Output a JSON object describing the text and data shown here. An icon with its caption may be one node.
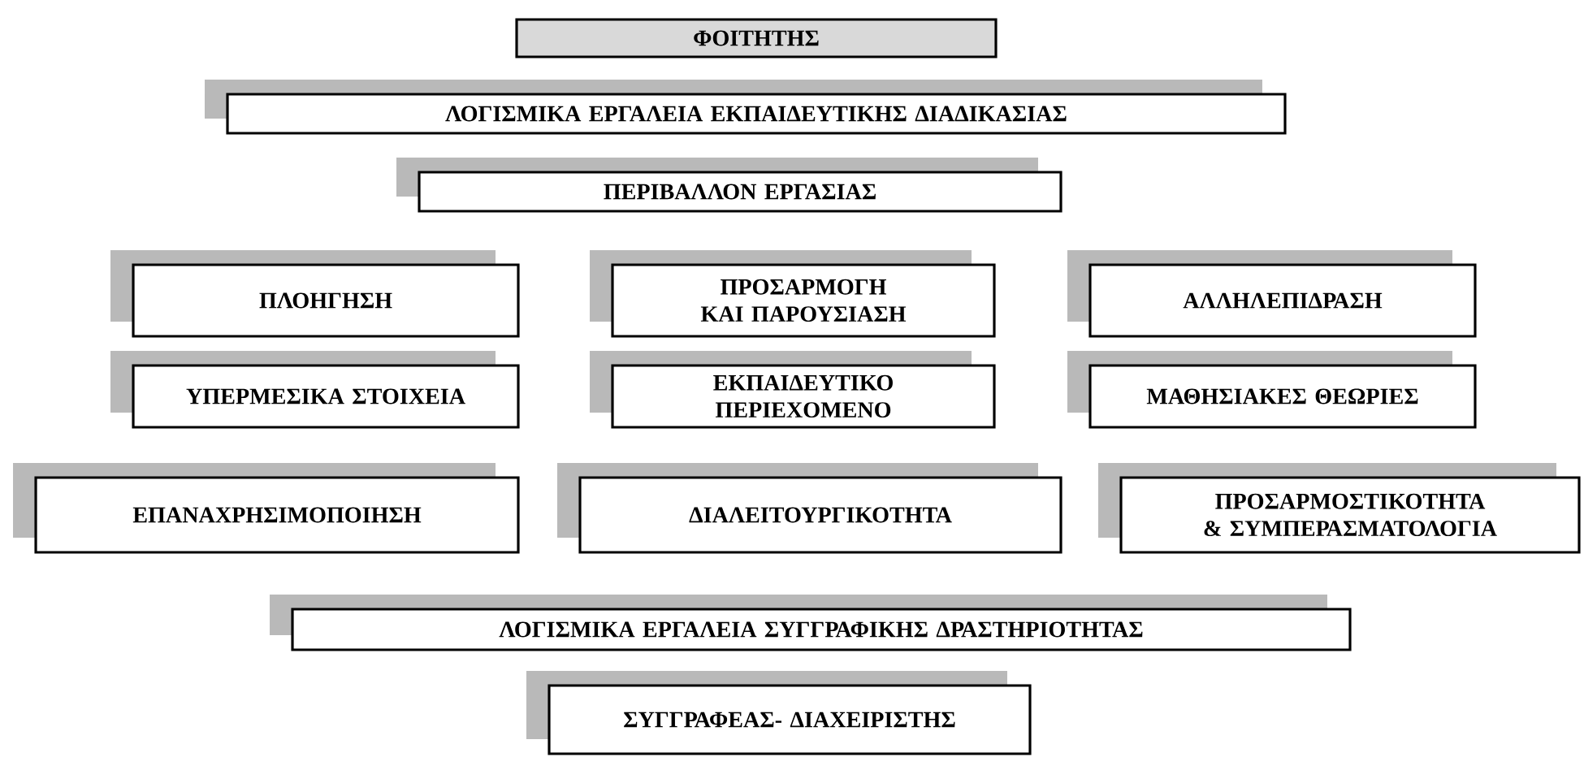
{
  "diagram": {
    "nodes": [
      {
        "text": [
          "ΦΟΙΤΗΤΗΣ"
        ]
      },
      {
        "text": [
          "ΛΟΓΙΣΜΙΚΑ ΕΡΓΑΛΕΙΑ ΕΚΠΑΙΔΕΥΤΙΚΗΣ ΔΙΑΔΙΚΑΣΙΑΣ"
        ]
      },
      {
        "text": [
          "ΠΕΡΙΒΑΛΛΟΝ ΕΡΓΑΣΙΑΣ"
        ]
      },
      {
        "text": [
          "ΠΛΟΗΓΗΣΗ"
        ]
      },
      {
        "text": [
          "ΠΡΟΣΑΡΜΟΓΗ ΚΑΙ ΠΑΡΟΥΣΙΑΣΗ"
        ]
      },
      {
        "text": [
          "ΑΛΛΗΛΕΠΙΔΡΑΣΗ"
        ]
      },
      {
        "text": [
          "ΥΠΕΡΜΕΣΙΚΑ ΣΤΟΙΧΕΙΑ"
        ]
      },
      {
        "text": [
          "ΕΚΠΑΙΔΕΥΤΙΚΟ ΠΕΡΙΕΧΟΜΕΝΟ"
        ]
      },
      {
        "text": [
          "ΜΑΘΗΣΙΑΚΕΣ ΘΕΩΡΙΕΣ"
        ]
      },
      {
        "text": [
          "ΕΠΑΝΑΧΡΗΣΙΜΟΠΟΙΗΣΗ"
        ]
      },
      {
        "text": [
          "ΔΙΑΛΕΙΤΟΥΡΓΙΚΟΤΗΤΑ"
        ]
      },
      {
        "text": [
          "ΠΡΟΣΑΡΜΟΣΤΙΚΟΤΗΤΑ & ΣΥΜΠΕΡΑΣΜΑΤΟΛΟΓΙΑ"
        ]
      },
      {
        "text": [
          "ΛΟΓΙΣΜΙΚΑ ΕΡΓΑΛΕΙΑ ΣΥΓΓΡΑΦΙΚΗΣ ΔΡΑΣΤΗΡΙΟΤΗΤΑΣ"
        ]
      },
      {
        "text": [
          "ΣΥΓΓΡΑΦΕΑΣ- ΔΙΑΧΕΙΡΙΣΤΗΣ"
        ]
      }
    ]
  }
}
